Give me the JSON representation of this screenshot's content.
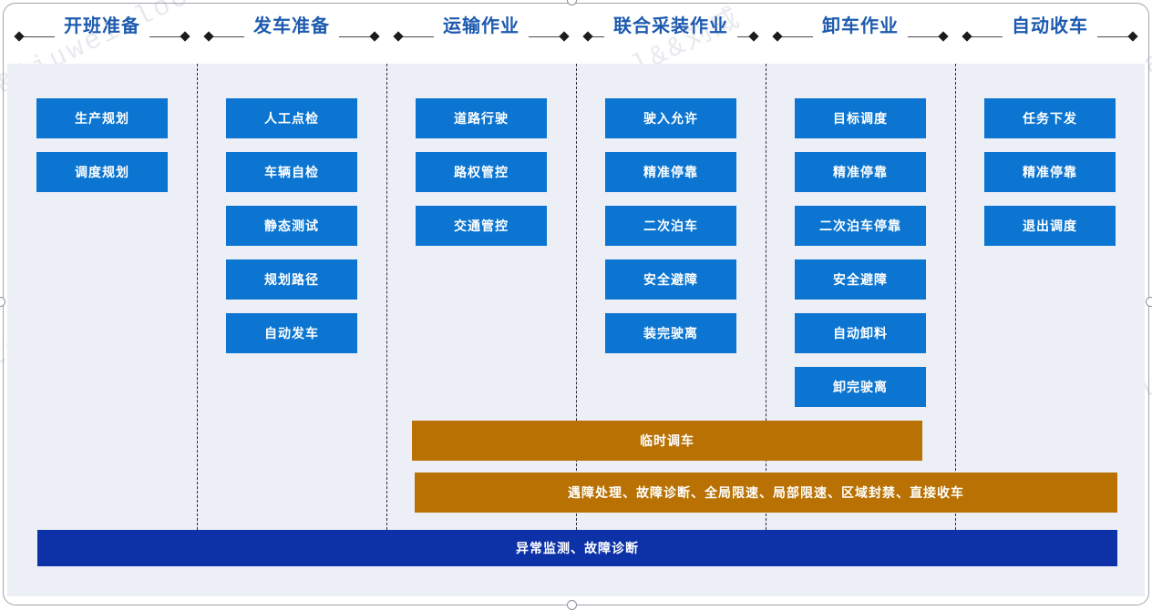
{
  "watermark": {
    "text": "战略客户部&&liuwei.local&&刘威"
  },
  "phases": [
    {
      "title": "开班准备",
      "tasks": [
        "生产规划",
        "调度规划"
      ]
    },
    {
      "title": "发车准备",
      "tasks": [
        "人工点检",
        "车辆自检",
        "静态测试",
        "规划路径",
        "自动发车"
      ]
    },
    {
      "title": "运输作业",
      "tasks": [
        "道路行驶",
        "路权管控",
        "交通管控"
      ]
    },
    {
      "title": "联合采装作业",
      "tasks": [
        "驶入允许",
        "精准停靠",
        "二次泊车",
        "安全避障",
        "装完驶离"
      ]
    },
    {
      "title": "卸车作业",
      "tasks": [
        "目标调度",
        "精准停靠",
        "二次泊车停靠",
        "安全避障",
        "自动卸料",
        "卸完驶离"
      ]
    },
    {
      "title": "自动收车",
      "tasks": [
        "任务下发",
        "精准停靠",
        "退出调度"
      ]
    }
  ],
  "overlays": {
    "temporary_dispatch": "临时调车",
    "exception_handling": "遇障处理、故障诊断、全局限速、局部限速、区域封禁、直接收车",
    "monitoring": "异常监测、故障诊断"
  },
  "colors": {
    "task_blue": "#0b75d1",
    "overlay_orange": "#b87102",
    "monitor_navy": "#0d32a8",
    "header_blue": "#1d5aae",
    "panel_bg": "#edeff7"
  }
}
